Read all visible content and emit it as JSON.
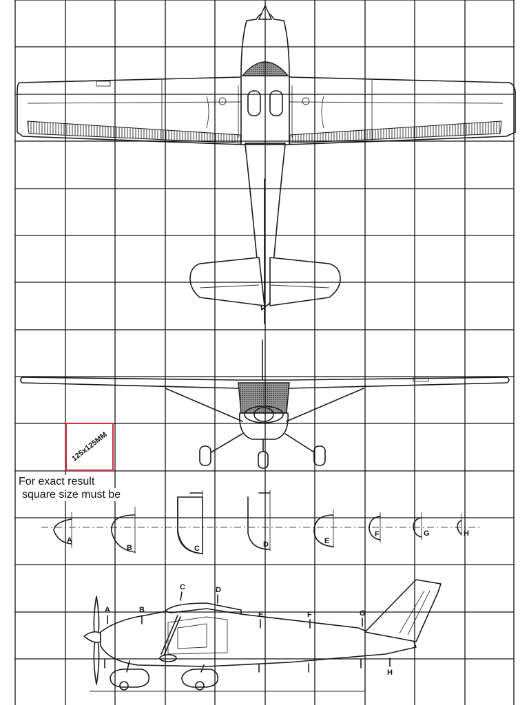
{
  "scale_note": {
    "box_label": "125x125MM",
    "line1": "For exact result",
    "line2": "square size must be",
    "box_border_color": "#d32f3a"
  },
  "section_markers": [
    "A",
    "B",
    "C",
    "D",
    "E",
    "F",
    "G",
    "H"
  ],
  "colors": {
    "line": "#1a1a1a",
    "grid": "#111111",
    "background": "#ffffff"
  }
}
